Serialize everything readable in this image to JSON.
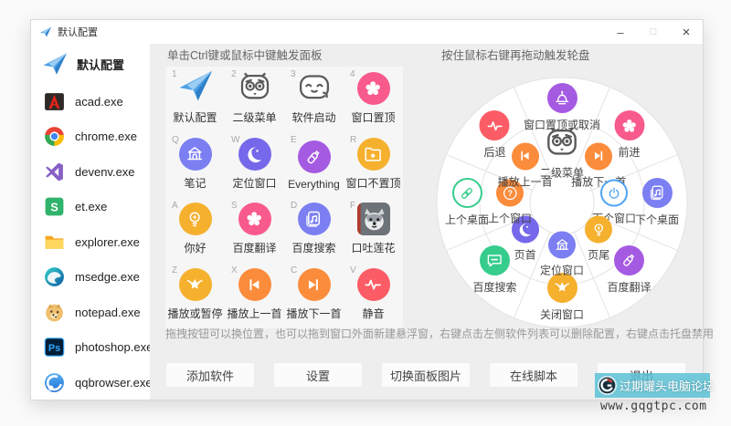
{
  "titlebar": {
    "title": "默认配置",
    "icon": "plane",
    "controls": {
      "minimize": "–",
      "maximize": "□",
      "close": "×"
    }
  },
  "sidebar": {
    "header": {
      "label": "默认配置",
      "icon": "plane"
    },
    "items": [
      {
        "label": "acad.exe",
        "icon": "app-acad"
      },
      {
        "label": "chrome.exe",
        "icon": "app-chrome"
      },
      {
        "label": "devenv.exe",
        "icon": "app-devenv"
      },
      {
        "label": "et.exe",
        "icon": "app-et"
      },
      {
        "label": "explorer.exe",
        "icon": "app-explorer"
      },
      {
        "label": "msedge.exe",
        "icon": "app-msedge"
      },
      {
        "label": "notepad.exe",
        "icon": "app-notepad"
      },
      {
        "label": "photoshop.exe",
        "icon": "app-photoshop"
      },
      {
        "label": "qqbrowser.exe",
        "icon": "app-qqbrowser"
      }
    ]
  },
  "panel": {
    "heading": "单击Ctrl键或鼠标中键触发面板",
    "cells": [
      {
        "key": "1",
        "label": "默认配置",
        "icon": "plane",
        "style": "flat"
      },
      {
        "key": "2",
        "label": "二级菜单",
        "icon": "face-monster",
        "style": "flat"
      },
      {
        "key": "3",
        "label": "软件启动",
        "icon": "face-smile",
        "style": "flat"
      },
      {
        "key": "4",
        "label": "窗口置顶",
        "icon": "flower",
        "color": "#f85a8c"
      },
      {
        "key": "Q",
        "label": "笔记",
        "icon": "building",
        "color": "#7b7ff2"
      },
      {
        "key": "W",
        "label": "定位窗口",
        "icon": "moon",
        "color": "#7668ea"
      },
      {
        "key": "E",
        "label": "Everything",
        "icon": "bottle",
        "color": "#a55ae2"
      },
      {
        "key": "R",
        "label": "窗口不置顶",
        "icon": "folder",
        "color": "#f5b02e"
      },
      {
        "key": "A",
        "label": "你好",
        "icon": "bulb",
        "color": "#f5b02e"
      },
      {
        "key": "S",
        "label": "百度翻译",
        "icon": "flower",
        "color": "#f85a8c"
      },
      {
        "key": "D",
        "label": "百度搜索",
        "icon": "music-doc",
        "color": "#7b7ff2"
      },
      {
        "key": "F",
        "label": "口吐莲花",
        "icon": "dog-photo",
        "style": "photo"
      },
      {
        "key": "Z",
        "label": "播放或暂停",
        "icon": "star-wings",
        "color": "#f5b02e"
      },
      {
        "key": "X",
        "label": "播放上一首",
        "icon": "prev-track",
        "color": "#fb8c3c"
      },
      {
        "key": "C",
        "label": "播放下一首",
        "icon": "next-track",
        "color": "#fb8c3c"
      },
      {
        "key": "V",
        "label": "静音",
        "icon": "pulse",
        "color": "#fc5c65"
      }
    ]
  },
  "wheel": {
    "heading": "按住鼠标右键再拖动触发轮盘",
    "outer": [
      {
        "angle": 0,
        "label": "窗口置顶或取消",
        "icon": "pagoda-crown",
        "color": "#a55ae2"
      },
      {
        "angle": 45,
        "label": "前进",
        "icon": "flower",
        "color": "#f85a8c"
      },
      {
        "angle": 90,
        "label": "下个桌面",
        "icon": "music-doc",
        "color": "#7b7ff2"
      },
      {
        "angle": 135,
        "label": "百度翻译",
        "icon": "bottle",
        "color": "#a55ae2"
      },
      {
        "angle": 180,
        "label": "关闭窗口",
        "icon": "star-wings",
        "color": "#f5b02e"
      },
      {
        "angle": 225,
        "label": "百度搜索",
        "icon": "chat",
        "color": "#35cc8c"
      },
      {
        "angle": 270,
        "label": "上个桌面",
        "icon": "link",
        "color": "#35cc8c",
        "style": "outline"
      },
      {
        "angle": 315,
        "label": "后退",
        "icon": "pulse",
        "color": "#fc5c65"
      }
    ],
    "inner": [
      {
        "angle": 0,
        "label": "二级菜单",
        "icon": "face-monster",
        "style": "flat"
      },
      {
        "angle": 45,
        "label": "播放下一首",
        "icon": "next-track",
        "color": "#fb8c3c"
      },
      {
        "angle": 90,
        "label": "下个窗口",
        "icon": "power",
        "color": "#4da3f5",
        "style": "outline"
      },
      {
        "angle": 135,
        "label": "页尾",
        "icon": "bulb",
        "color": "#f5b02e"
      },
      {
        "angle": 180,
        "label": "定位窗口",
        "icon": "building",
        "color": "#7b7ff2"
      },
      {
        "angle": 225,
        "label": "页首",
        "icon": "moon",
        "color": "#7668ea"
      },
      {
        "angle": 270,
        "label": "上个窗口",
        "icon": "question",
        "color": "#fb8c3c"
      },
      {
        "angle": 315,
        "label": "播放上一首",
        "icon": "prev-track",
        "color": "#fb8c3c"
      }
    ]
  },
  "footer": {
    "hint": "拖拽按钮可以换位置，也可以拖到窗口外面新建悬浮窗，右键点击左侧软件列表可以删除配置，右键点击托盘禁用",
    "buttons": [
      {
        "label": "添加软件",
        "name": "add-software-button"
      },
      {
        "label": "设置",
        "name": "settings-button"
      },
      {
        "label": "切换面板图片",
        "name": "switch-panel-image-button"
      },
      {
        "label": "在线脚本",
        "name": "online-script-button"
      },
      {
        "label": "退出",
        "name": "exit-button"
      }
    ]
  },
  "watermark": {
    "site_name": "过期罐头电脑论坛",
    "site_url": "www.gqgtpc.com"
  }
}
